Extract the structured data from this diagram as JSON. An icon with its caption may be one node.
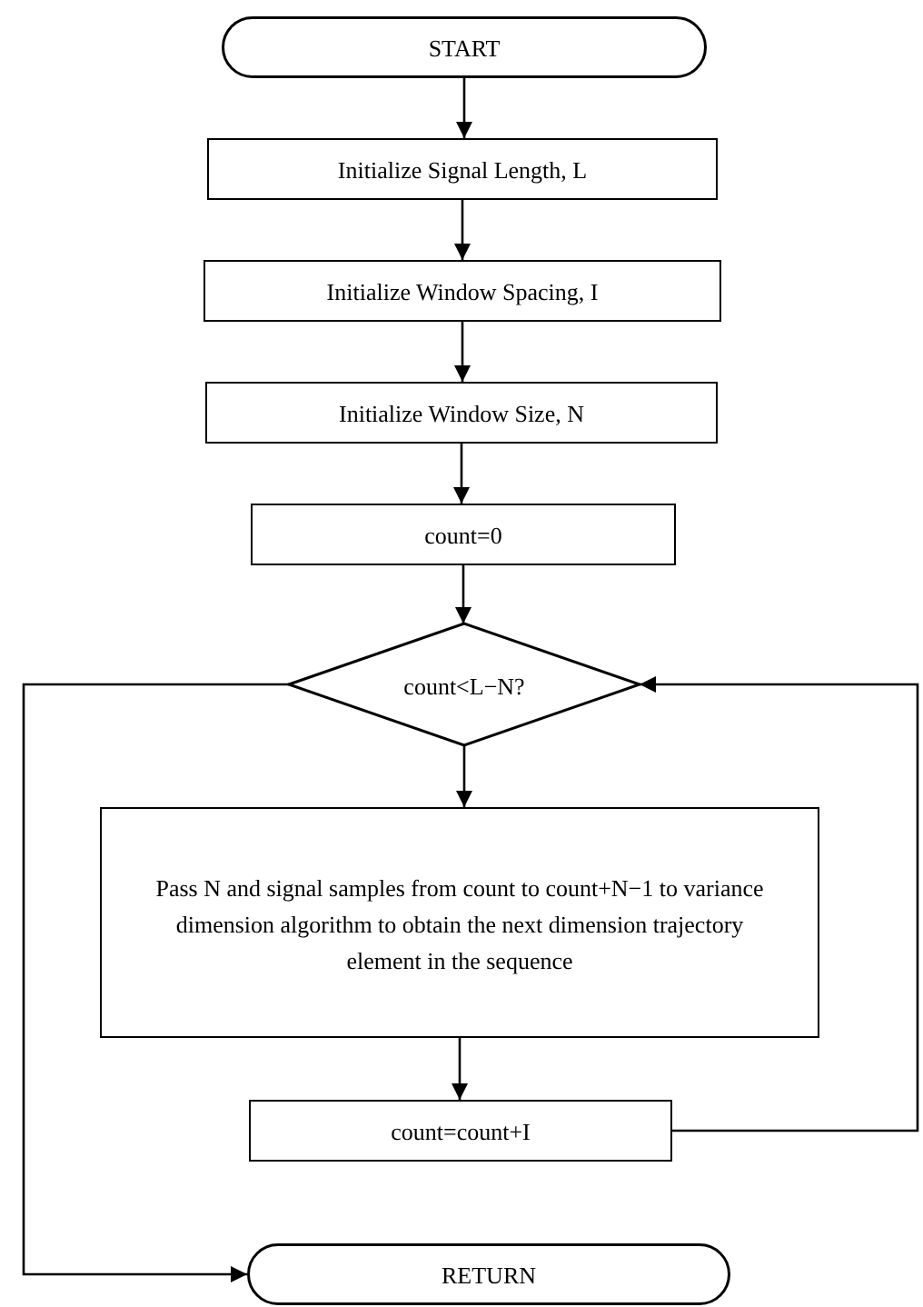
{
  "diagram": {
    "nodes": [
      {
        "text": [
          "START"
        ]
      },
      {
        "text": [
          "Initialize Signal Length, L"
        ]
      },
      {
        "text": [
          "Initialize Window Spacing, I"
        ]
      },
      {
        "text": [
          "Initialize Window Size, N"
        ]
      },
      {
        "text": [
          "count=0"
        ]
      },
      {
        "text": [
          "count<L−N?"
        ]
      },
      {
        "text": [
          "Pass N and signal samples from count to count+N−1 to variance dimension algorithm to obtain the next dimension trajectory element in the sequence"
        ]
      },
      {
        "text": [
          "count=count+I"
        ]
      },
      {
        "text": [
          "RETURN"
        ]
      }
    ],
    "edges": [
      {
        "from": 0,
        "to": 1,
        "arrow": "to"
      },
      {
        "from": 1,
        "to": 2,
        "arrow": "to"
      },
      {
        "from": 2,
        "to": 3,
        "arrow": "to"
      },
      {
        "from": 3,
        "to": 4,
        "arrow": "to"
      },
      {
        "from": 4,
        "to": 5,
        "arrow": "to"
      },
      {
        "from": 5,
        "to": 6,
        "arrow": "to"
      },
      {
        "from": 6,
        "to": 7,
        "arrow": "to"
      },
      {
        "from": 7,
        "to": 5,
        "arrow": "to"
      },
      {
        "from": 5,
        "to": 8,
        "arrow": "to"
      }
    ]
  }
}
